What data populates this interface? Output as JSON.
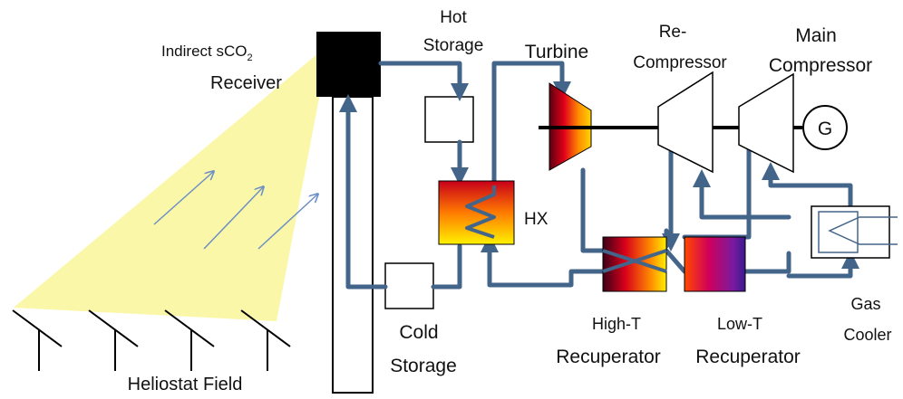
{
  "diagram": {
    "labels": {
      "receiver_line1": "Indirect sCO",
      "receiver_sub": "2",
      "receiver_line2": "Receiver",
      "hot_storage_line1": "Hot",
      "hot_storage_line2": "Storage",
      "turbine": "Turbine",
      "recompressor_line1": "Re-",
      "recompressor_line2": "Compressor",
      "main_compressor_line1": "Main",
      "main_compressor_line2": "Compressor",
      "generator": "G",
      "hx": "HX",
      "cold_storage_line1": "Cold",
      "cold_storage_line2": "Storage",
      "high_t_line1": "High-T",
      "high_t_line2": "Recuperator",
      "low_t_line1": "Low-T",
      "low_t_line2": "Recuperator",
      "gas_cooler_line1": "Gas",
      "gas_cooler_line2": "Cooler",
      "heliostat_field": "Heliostat Field"
    },
    "colors": {
      "pipe": "#44658a",
      "light_beam": "#fbf7a8",
      "light_arrow": "#6b8fc6",
      "receiver": "#000000"
    }
  }
}
